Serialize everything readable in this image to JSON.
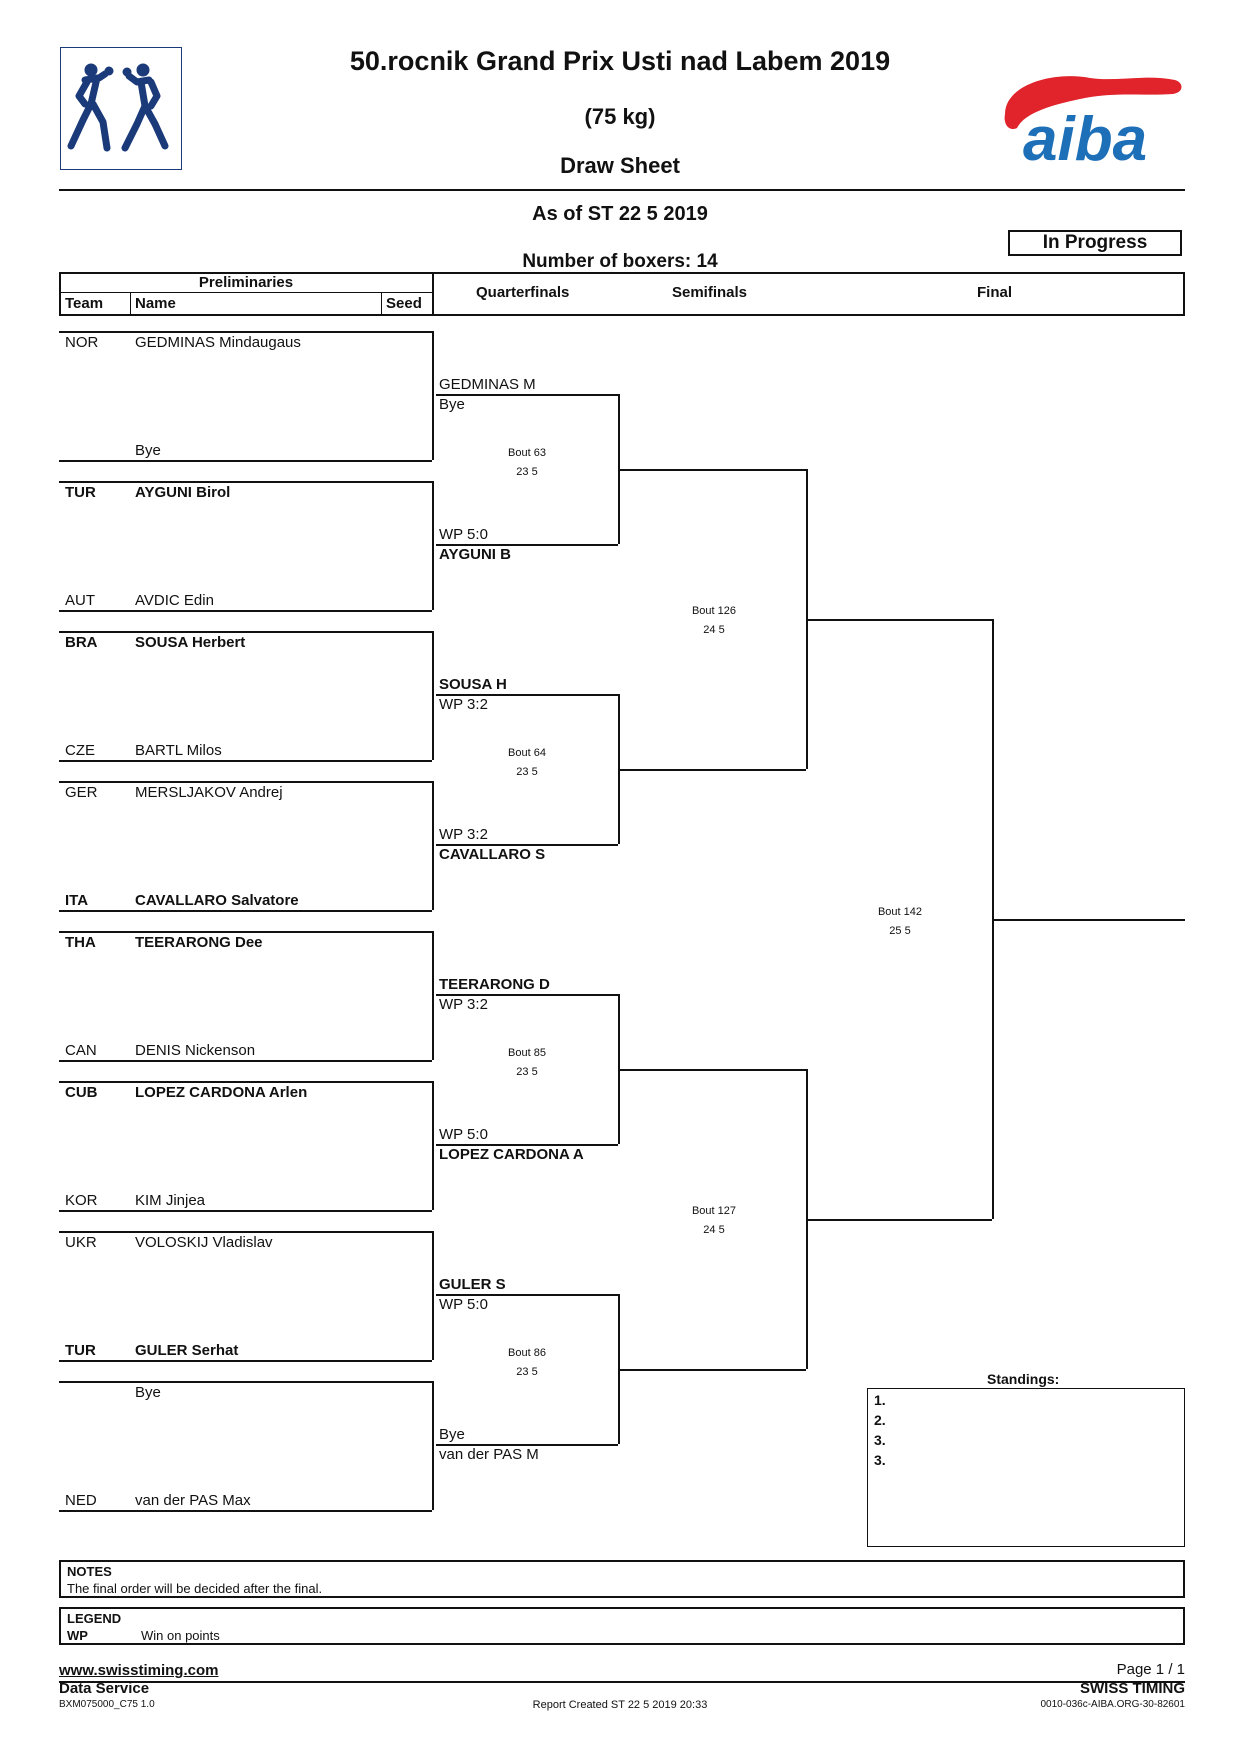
{
  "header": {
    "title": "50.rocnik Grand Prix Usti nad Labem 2019",
    "weight": "(75 kg)",
    "doc_type": "Draw Sheet",
    "as_of": "As of ST 22 5 2019",
    "status": "In Progress",
    "boxers_count": "Number of boxers: 14",
    "logo_text": "aiba"
  },
  "columns": {
    "preliminaries": "Preliminaries",
    "team": "Team",
    "name": "Name",
    "seed": "Seed",
    "quarterfinals": "Quarterfinals",
    "semifinals": "Semifinals",
    "final": "Final"
  },
  "entries": [
    {
      "team": "NOR",
      "name": "GEDMINAS Mindaugaus",
      "bold": false
    },
    {
      "team": "",
      "name": "Bye",
      "bold": false
    },
    {
      "team": "TUR",
      "name": "AYGUNI Birol",
      "bold": true
    },
    {
      "team": "AUT",
      "name": "AVDIC Edin",
      "bold": false
    },
    {
      "team": "BRA",
      "name": "SOUSA Herbert",
      "bold": true
    },
    {
      "team": "CZE",
      "name": "BARTL Milos",
      "bold": false
    },
    {
      "team": "GER",
      "name": "MERSLJAKOV Andrej",
      "bold": false
    },
    {
      "team": "ITA",
      "name": "CAVALLARO Salvatore",
      "bold": true
    },
    {
      "team": "THA",
      "name": "TEERARONG Dee",
      "bold": true
    },
    {
      "team": "CAN",
      "name": "DENIS Nickenson",
      "bold": false
    },
    {
      "team": "CUB",
      "name": "LOPEZ CARDONA Arlen",
      "bold": true
    },
    {
      "team": "KOR",
      "name": "KIM Jinjea",
      "bold": false
    },
    {
      "team": "UKR",
      "name": "VOLOSKIJ Vladislav",
      "bold": false
    },
    {
      "team": "TUR",
      "name": "GULER Serhat",
      "bold": true
    },
    {
      "team": "",
      "name": "Bye",
      "bold": false
    },
    {
      "team": "NED",
      "name": "van der PAS Max",
      "bold": false
    }
  ],
  "quarterfinals": [
    {
      "top": "GEDMINAS M",
      "top_bold": false,
      "top_sub": "Bye",
      "bottom_pre": "WP 5:0",
      "bottom": "AYGUNI B",
      "bottom_bold": true,
      "bout": "Bout  63",
      "date": "23 5"
    },
    {
      "top": "SOUSA H",
      "top_bold": true,
      "top_sub": "WP 3:2",
      "bottom_pre": "WP 3:2",
      "bottom": "CAVALLARO S",
      "bottom_bold": true,
      "bout": "Bout  64",
      "date": "23 5"
    },
    {
      "top": "TEERARONG D",
      "top_bold": true,
      "top_sub": "WP 3:2",
      "bottom_pre": "WP 5:0",
      "bottom": "LOPEZ CARDONA A",
      "bottom_bold": true,
      "bout": "Bout  85",
      "date": "23 5"
    },
    {
      "top": "GULER S",
      "top_bold": true,
      "top_sub": "WP 5:0",
      "bottom_pre": "Bye",
      "bottom": "van der PAS M",
      "bottom_bold": false,
      "bout": "Bout  86",
      "date": "23 5"
    }
  ],
  "semifinals": [
    {
      "bout": "Bout  126",
      "date": "24 5"
    },
    {
      "bout": "Bout  127",
      "date": "24 5"
    }
  ],
  "final": {
    "bout": "Bout  142",
    "date": "25 5"
  },
  "standings": {
    "title": "Standings:",
    "places": [
      "1.",
      "2.",
      "3.",
      "3."
    ]
  },
  "notes": {
    "title": "NOTES",
    "text": "The final order will be decided after the final."
  },
  "legend": {
    "title": "LEGEND",
    "code": "WP",
    "desc": "Win on points"
  },
  "footer": {
    "website": "www.swisstiming.com",
    "service": "Data Service",
    "code": "BXM075000_C75 1.0",
    "report": "Report Created  ST 22 5 2019 20:33",
    "page": "Page 1 / 1",
    "brand": "SWISS TIMING",
    "doc_id": "0010-036c-AIBA.ORG-30-82601"
  }
}
